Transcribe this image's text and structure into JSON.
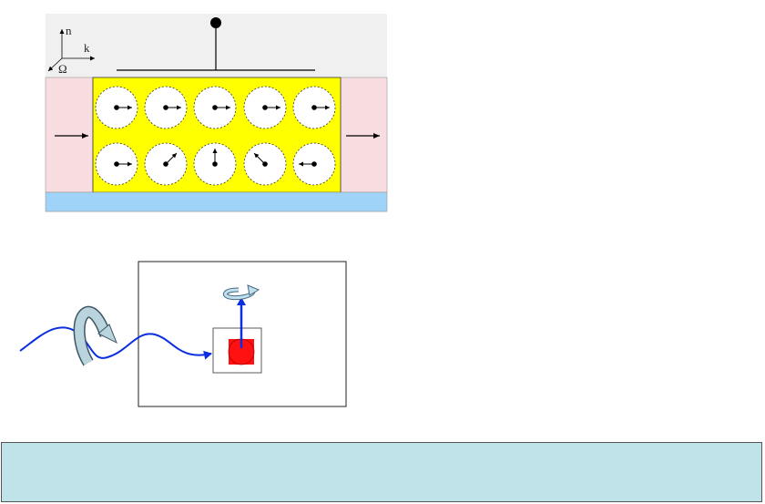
{
  "axes": {
    "n_label": "n",
    "k_label": "k",
    "omega_label": "Ω"
  },
  "colors": {
    "top_panel_bg": "#f0f0f0",
    "pink_region": "#f8dde0",
    "yellow_region": "#ffff00",
    "blue_strip": "#9fd3f7",
    "wave": "#0b2fe0",
    "curved_arrow": "#b9d4dd",
    "red_particle": "#ff1111",
    "caption_bg": "#bfe3e8"
  },
  "spins": {
    "top_row": [
      "right",
      "right",
      "right",
      "right",
      "right"
    ],
    "bottom_row": [
      "right",
      "up-right",
      "up",
      "up-left",
      "left"
    ]
  },
  "caption": {
    "text": ""
  }
}
